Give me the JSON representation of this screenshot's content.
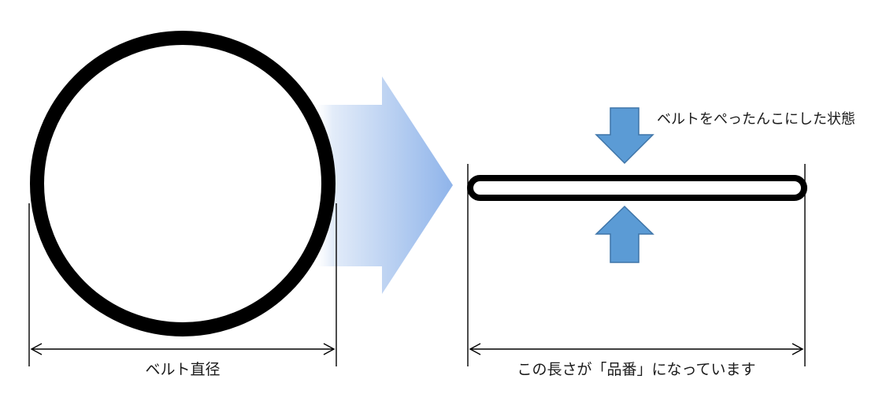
{
  "labels": {
    "belt_diameter": "ベルト直径",
    "flattened_state": "ベルトをぺったんこにした状態",
    "length_is_part_number": "この長さが「品番」になっています"
  },
  "colors": {
    "belt": "#000000",
    "press_arrow": "#5b9bd5",
    "press_arrow_border": "#3f75a8",
    "transition_arrow_start": "#ffffff",
    "transition_arrow_end": "#8fb4ea",
    "dimension_line": "#000000"
  },
  "icons": {
    "transition": "right-arrow-icon",
    "press_down": "down-arrow-icon",
    "press_up": "up-arrow-icon"
  }
}
